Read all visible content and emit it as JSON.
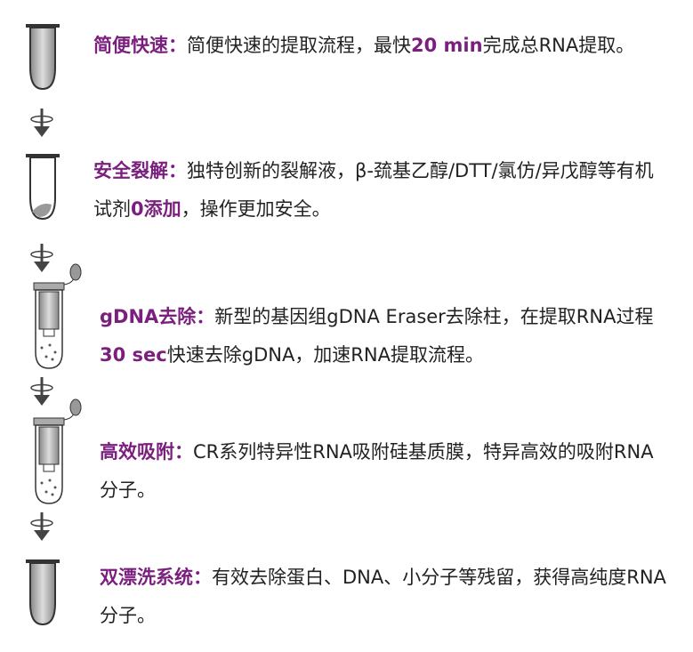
{
  "accent_color": "#7b1f7e",
  "features": [
    {
      "title": "简便快速：",
      "segments": [
        {
          "text": "简便快速的提取流程，最快",
          "bold": false
        },
        {
          "text": "20 min",
          "bold": true
        },
        {
          "text": "完成总RNA提取。",
          "bold": false
        }
      ]
    },
    {
      "title": "安全裂解：",
      "segments": [
        {
          "text": "独特创新的裂解液，β-巯基乙醇/DTT/氯仿/异戊醇等有机试剂",
          "bold": false
        },
        {
          "text": "0添加",
          "bold": true
        },
        {
          "text": "，操作更加安全。",
          "bold": false
        }
      ]
    },
    {
      "title": "gDNA去除：",
      "segments": [
        {
          "text": "新型的基因组gDNA Eraser去除柱，在提取RNA过程",
          "bold": false
        },
        {
          "text": "30 sec",
          "bold": true
        },
        {
          "text": "快速去除gDNA，加速RNA提取流程。",
          "bold": false
        }
      ]
    },
    {
      "title": "高效吸附：",
      "segments": [
        {
          "text": "CR系列特异性RNA吸附硅基质膜，特异高效的吸附RNA分子。",
          "bold": false
        },
        {
          "text": "",
          "bold": false
        },
        {
          "text": "",
          "bold": false
        }
      ]
    },
    {
      "title": "双漂洗系统：",
      "segments": [
        {
          "text": "有效去除蛋白、DNA、小分子等残留，获得高纯度RNA分子。",
          "bold": false
        },
        {
          "text": "",
          "bold": false
        },
        {
          "text": "",
          "bold": false
        }
      ]
    }
  ]
}
